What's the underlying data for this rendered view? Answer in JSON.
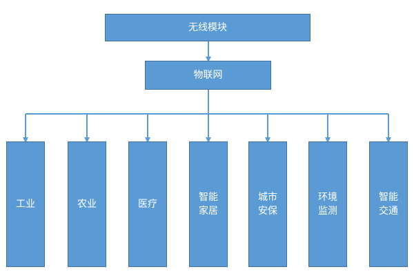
{
  "diagram": {
    "root": {
      "label": "无线模块"
    },
    "hub": {
      "label": "物联网"
    },
    "leaves": [
      {
        "label": "工业"
      },
      {
        "label": "农业"
      },
      {
        "label": "医疗"
      },
      {
        "label": "智能家居"
      },
      {
        "label": "城市安保"
      },
      {
        "label": "环境监测"
      },
      {
        "label": "智能交通"
      }
    ]
  },
  "colors": {
    "node_fill": "#5b9bd5",
    "node_border": "#41719c",
    "connector": "#5b9bd5",
    "text": "#ffffff"
  }
}
